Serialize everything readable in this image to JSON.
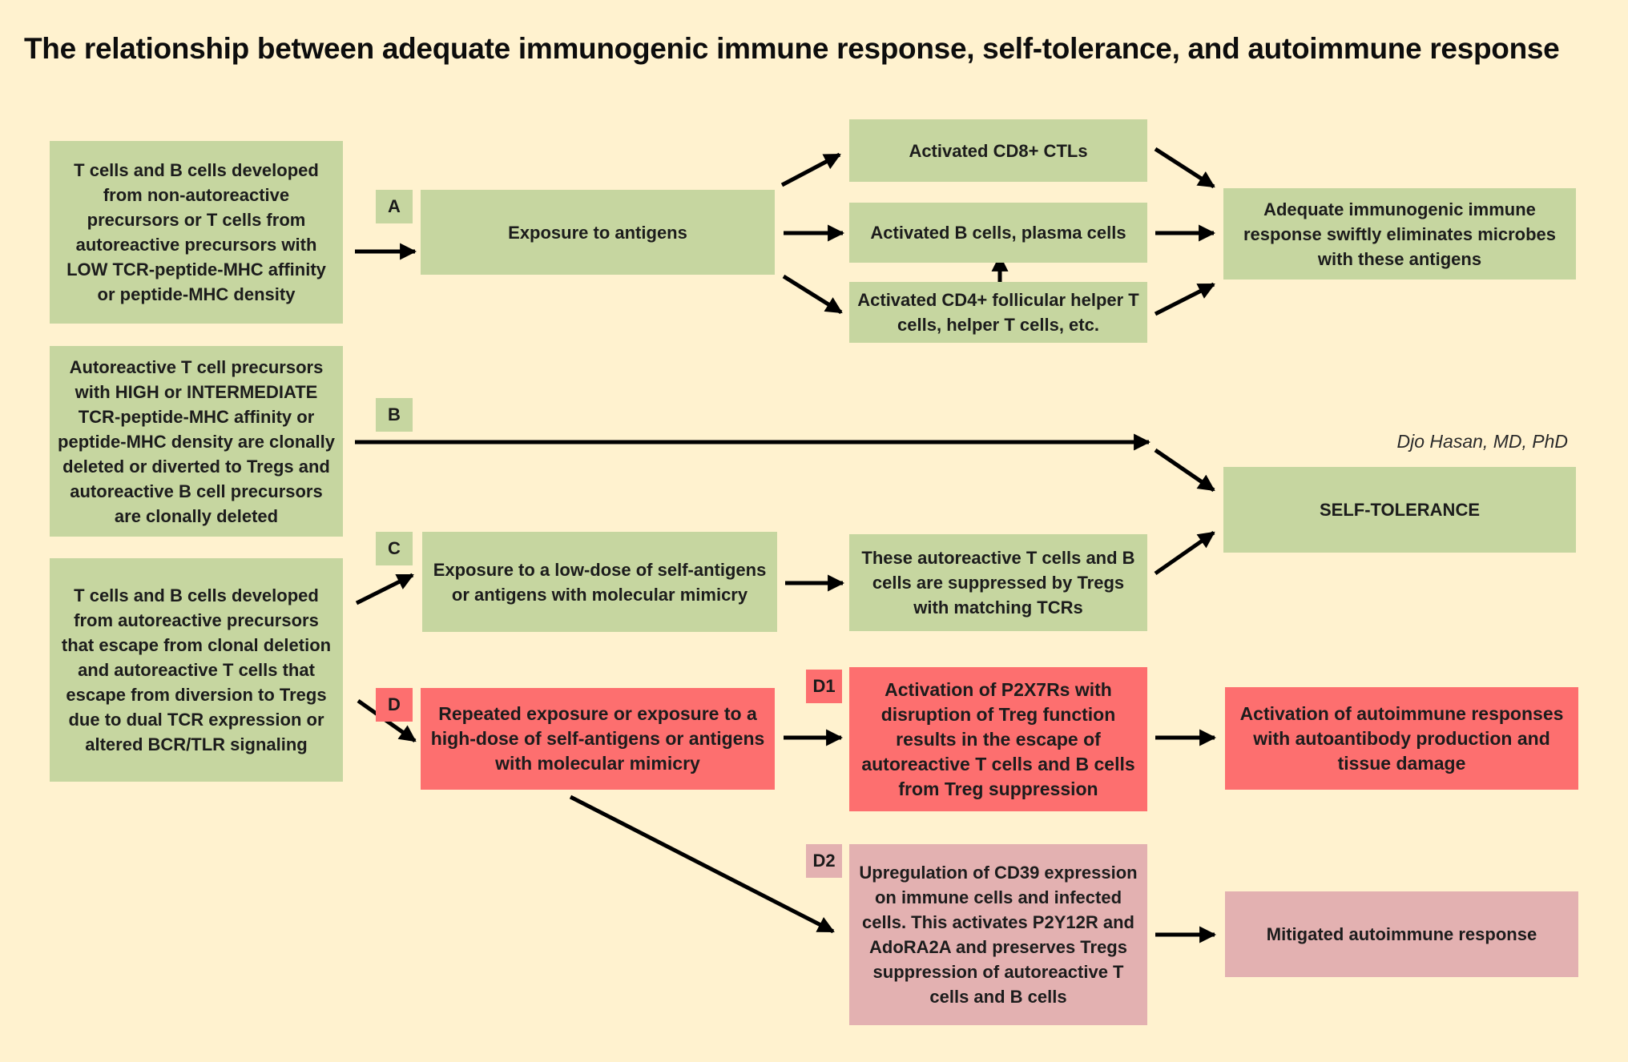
{
  "title": "The relationship between adequate immunogenic immune response, self-tolerance, and autoimmune response",
  "author": "Djo Hasan, MD, PhD",
  "colors": {
    "background": "#fff2cf",
    "green_box": "#c6d6a0",
    "red_box": "#fd6f6f",
    "pink_box": "#e3b1b1",
    "arrow": "#000000"
  },
  "pathway_labels": {
    "A": "A",
    "B": "B",
    "C": "C",
    "D": "D",
    "D1": "D1",
    "D2": "D2"
  },
  "boxes": {
    "source_low_affinity": "T cells and B cells developed from non-autoreactive precursors or T cells from autoreactive precursors with LOW TCR-peptide-MHC affinity or peptide-MHC density",
    "source_high_affinity": "Autoreactive T cell precursors with HIGH or INTERMEDIATE TCR-peptide-MHC affinity or peptide-MHC density are clonally deleted or diverted to Tregs and autoreactive B cell precursors are clonally deleted",
    "source_escaped": "T cells and B cells developed from autoreactive precursors that escape from clonal deletion and autoreactive T cells that escape from diversion to Tregs due to dual TCR expression or altered BCR/TLR signaling",
    "exposure_antigens": "Exposure to antigens",
    "activated_cd8": "Activated CD8+ CTLs",
    "activated_b": "Activated B cells, plasma cells",
    "activated_cd4": "Activated CD4+ follicular helper T cells, helper T cells, etc.",
    "adequate_response": "Adequate immunogenic immune response swiftly eliminates microbes with these antigens",
    "self_tolerance": "SELF-TOLERANCE",
    "low_dose_exposure": "Exposure to a low-dose of self-antigens or antigens with molecular mimicry",
    "suppressed_by_tregs": "These autoreactive T cells and B cells are suppressed by Tregs with matching TCRs",
    "high_dose_exposure": "Repeated exposure or exposure to a high-dose of self-antigens or antigens with molecular mimicry",
    "p2x7r_activation": "Activation of P2X7Rs with disruption of Treg function results in the escape of autoreactive T cells and B cells from Treg suppression",
    "autoimmune_activation": "Activation of autoimmune responses with autoantibody production and tissue damage",
    "cd39_upregulation": "Upregulation of CD39 expression on immune cells and infected cells. This activates P2Y12R and AdoRA2A and preserves Tregs suppression of autoreactive T cells and B cells",
    "mitigated_response": "Mitigated autoimmune response"
  },
  "edges": [
    {
      "from": "source_low_affinity",
      "to": "exposure_antigens",
      "pathway": "A"
    },
    {
      "from": "exposure_antigens",
      "to": "activated_cd8"
    },
    {
      "from": "exposure_antigens",
      "to": "activated_b"
    },
    {
      "from": "exposure_antigens",
      "to": "activated_cd4"
    },
    {
      "from": "activated_cd4",
      "to": "activated_b"
    },
    {
      "from": "activated_cd8",
      "to": "adequate_response"
    },
    {
      "from": "activated_b",
      "to": "adequate_response"
    },
    {
      "from": "activated_cd4",
      "to": "adequate_response"
    },
    {
      "from": "source_high_affinity",
      "to": "self_tolerance",
      "pathway": "B"
    },
    {
      "from": "source_escaped",
      "to": "low_dose_exposure",
      "pathway": "C"
    },
    {
      "from": "low_dose_exposure",
      "to": "suppressed_by_tregs"
    },
    {
      "from": "suppressed_by_tregs",
      "to": "self_tolerance"
    },
    {
      "from": "source_escaped",
      "to": "high_dose_exposure",
      "pathway": "D"
    },
    {
      "from": "high_dose_exposure",
      "to": "p2x7r_activation",
      "pathway": "D1"
    },
    {
      "from": "p2x7r_activation",
      "to": "autoimmune_activation"
    },
    {
      "from": "high_dose_exposure",
      "to": "cd39_upregulation",
      "pathway": "D2"
    },
    {
      "from": "cd39_upregulation",
      "to": "mitigated_response"
    }
  ]
}
